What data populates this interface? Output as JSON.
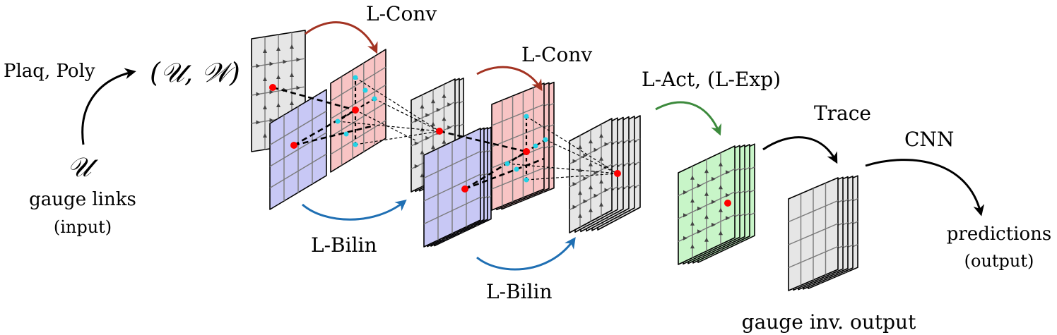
{
  "labels": {
    "plaq_poly": "Plaq, Poly",
    "input_set": "(𝒰, 𝒲)",
    "input_symbol": "𝒰",
    "gauge_links": "gauge links",
    "input": "(input)",
    "lconv_1": "L-Conv",
    "lconv_2": "L-Conv",
    "lbilin_1": "L-Bilin",
    "lbilin_2": "L-Bilin",
    "lact": "L-Act, (L-Exp)",
    "trace": "Trace",
    "cnn": "CNN",
    "predictions": "predictions",
    "output": "(output)",
    "gauge_inv_output": "gauge inv. output"
  },
  "colors": {
    "gray_panel": "#e6e6e6",
    "blue_panel": "#c8c8f5",
    "red_panel": "#f8c4c4",
    "green_panel": "#c8f5c8",
    "grid_line": "#7a7a7a",
    "lconv_arrow": "#a33322",
    "lbilin_arrow": "#1f6fb3",
    "lact_arrow": "#3c8a3c",
    "black_arrow": "#000000",
    "red_dot": "#ff0000",
    "cyan_dot": "#22d3e6"
  }
}
